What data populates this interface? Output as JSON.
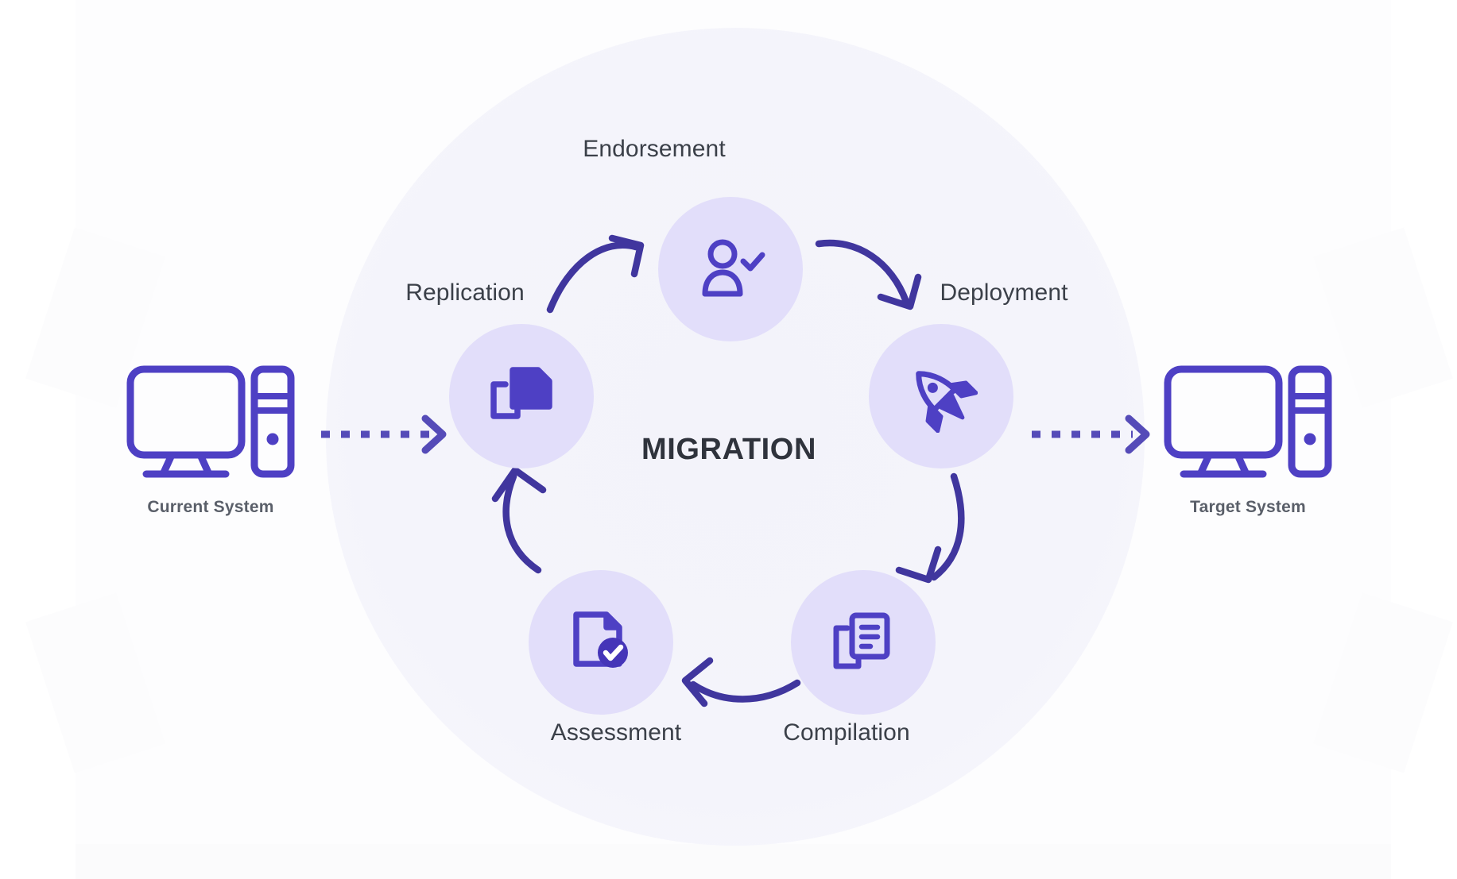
{
  "diagram": {
    "center_title": "MIGRATION",
    "endpoints": [
      {
        "id": "current",
        "label": "Current System",
        "icon": "desktop-computer-icon"
      },
      {
        "id": "target",
        "label": "Target System",
        "icon": "desktop-computer-icon"
      }
    ],
    "cycle_nodes": [
      {
        "id": "replication",
        "label": "Replication",
        "icon": "copy-documents-icon",
        "order": 1
      },
      {
        "id": "endorsement",
        "label": "Endorsement",
        "icon": "user-check-icon",
        "order": 2
      },
      {
        "id": "deployment",
        "label": "Deployment",
        "icon": "rocket-icon",
        "order": 3
      },
      {
        "id": "compilation",
        "label": "Compilation",
        "icon": "documents-stack-icon",
        "order": 4
      },
      {
        "id": "assessment",
        "label": "Assessment",
        "icon": "file-check-icon",
        "order": 5
      }
    ],
    "connectors": [
      {
        "id": "current-to-cycle",
        "style": "dashed",
        "from": "current",
        "to": "replication"
      },
      {
        "id": "cycle-to-target",
        "style": "dashed",
        "from": "deployment",
        "to": "target"
      },
      {
        "id": "replication-to-endorsement",
        "style": "curved",
        "from": "replication",
        "to": "endorsement"
      },
      {
        "id": "endorsement-to-deployment",
        "style": "curved",
        "from": "endorsement",
        "to": "deployment"
      },
      {
        "id": "deployment-to-compilation",
        "style": "curved",
        "from": "deployment",
        "to": "compilation"
      },
      {
        "id": "compilation-to-assessment",
        "style": "curved",
        "from": "compilation",
        "to": "assessment"
      },
      {
        "id": "assessment-to-replication",
        "style": "curved",
        "from": "assessment",
        "to": "replication"
      }
    ],
    "colors": {
      "icon_purple": "#4e40c4",
      "arrow_purple": "#40369e",
      "node_circle": "#e2defa",
      "halo": "#f3f3fa",
      "title_text": "#2f333c",
      "label_text": "#3b4049",
      "endpoint_label_text": "#5a5f69",
      "page_background": "#ffffff"
    }
  }
}
